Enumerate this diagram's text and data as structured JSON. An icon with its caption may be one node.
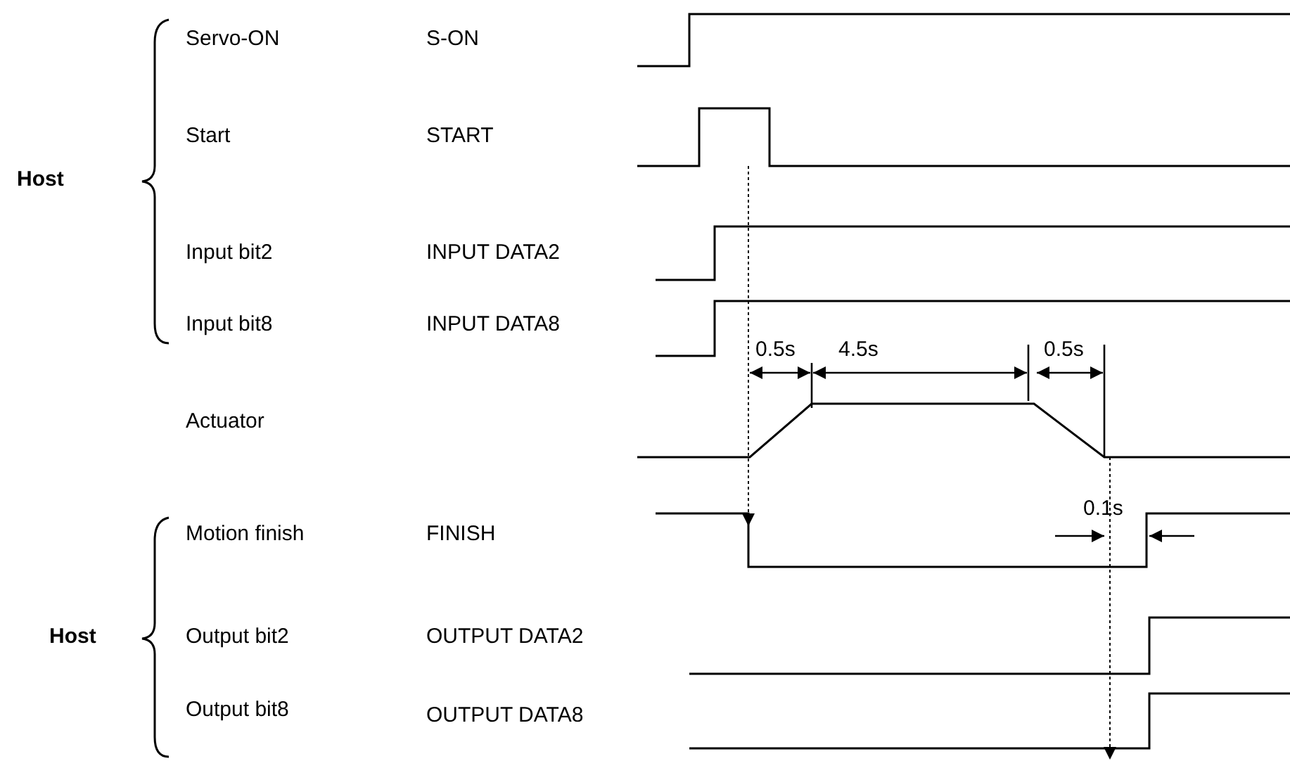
{
  "diagram": {
    "labels": [
      "Servo-ON",
      "S-ON",
      "Start",
      "START",
      "Host",
      "Input bit2",
      "INPUT DATA2",
      "Input bit8",
      "INPUT DATA8",
      "0.5s",
      "4.5s",
      "0.5s",
      "Actuator",
      "Motion finish",
      "FINISH",
      "0.1s",
      "Host",
      "Output bit2",
      "OUTPUT DATA2",
      "Output bit8",
      "OUTPUT DATA8"
    ]
  }
}
